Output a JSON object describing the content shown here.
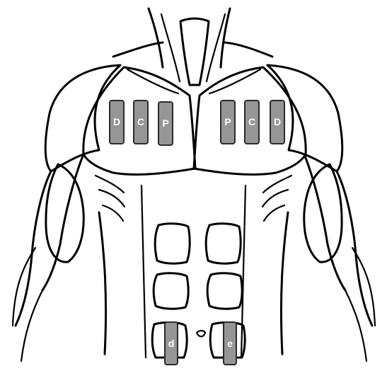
{
  "electrodes": {
    "left_chest": [
      {
        "label": "D",
        "fill": "#969696"
      },
      {
        "label": "C",
        "fill": "#969696"
      },
      {
        "label": "P",
        "fill": "#969696"
      }
    ],
    "right_chest": [
      {
        "label": "P",
        "fill": "#969696"
      },
      {
        "label": "C",
        "fill": "#969696"
      },
      {
        "label": "D",
        "fill": "#969696"
      }
    ],
    "abdomen": [
      {
        "label": "d",
        "fill": "#969696"
      },
      {
        "label": "e",
        "fill": "#969696"
      }
    ]
  },
  "colors": {
    "outline": "#000000",
    "background": "#ffffff",
    "electrode_fill": "#969696",
    "electrode_text": "#ffffff"
  }
}
